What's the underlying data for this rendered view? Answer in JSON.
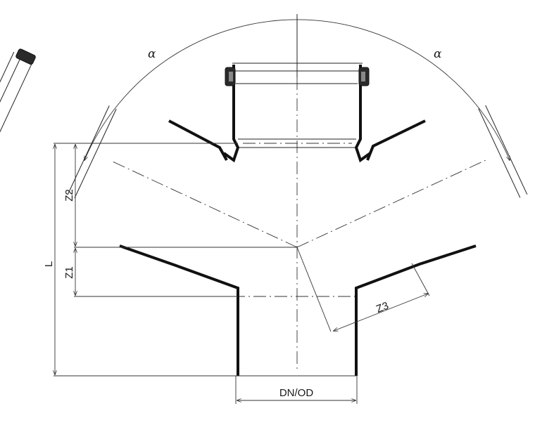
{
  "drawing": {
    "subject": "Pipe double branch fitting with socket seals (cross-section)",
    "labels": {
      "angle_left": "α",
      "angle_right": "α",
      "length": "L",
      "z1": "Z1",
      "z2": "Z2",
      "z3": "Z3",
      "diameter": "DN/OD"
    },
    "colors": {
      "line": "#111111",
      "background": "#ffffff",
      "seal_fill": "#2a2a2a"
    }
  }
}
